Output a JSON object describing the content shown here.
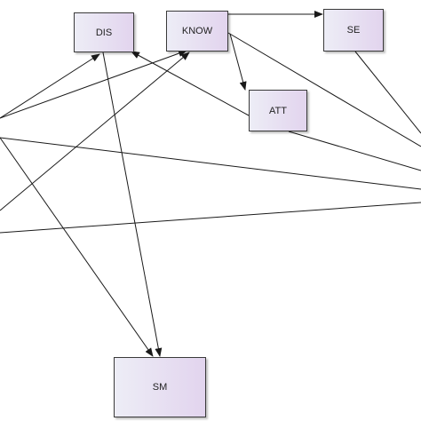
{
  "diagram": {
    "colors": {
      "node_fill_start": "#ededf6",
      "node_fill_end": "#e2d4ee",
      "edge": "#1a1a1a"
    },
    "nodes": {
      "dis": {
        "label": "DIS"
      },
      "know": {
        "label": "KNOW"
      },
      "se": {
        "label": "SE"
      },
      "att": {
        "label": "ATT"
      },
      "sm": {
        "label": "SM"
      }
    },
    "edges": [
      {
        "from": "off-left-top",
        "to": "dis"
      },
      {
        "from": "off-left-top",
        "to": "know"
      },
      {
        "from": "off-left-middle",
        "to": "know"
      },
      {
        "from": "off-left-upper",
        "to": "sm"
      },
      {
        "from": "dis",
        "to": "sm"
      },
      {
        "from": "know",
        "to": "se"
      },
      {
        "from": "know",
        "to": "att"
      },
      {
        "from": "att",
        "to": "dis"
      },
      {
        "from": "know",
        "to": "off-right"
      },
      {
        "from": "se",
        "to": "off-right"
      },
      {
        "from": "att",
        "to": "off-right"
      },
      {
        "from": "off-left-upper",
        "to": "off-right"
      },
      {
        "from": "off-left-lower",
        "to": "off-right"
      }
    ]
  }
}
